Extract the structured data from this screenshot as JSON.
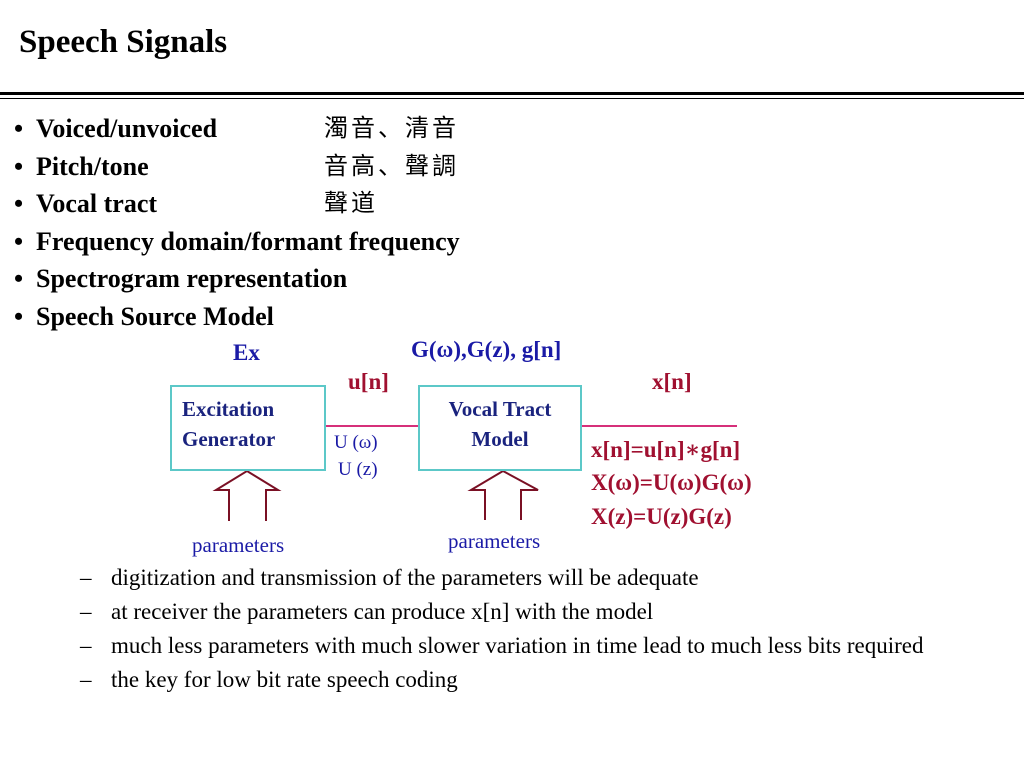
{
  "title": "Speech Signals",
  "bullets": [
    {
      "text": "Voiced/unvoiced",
      "zh": "濁音、清音"
    },
    {
      "text": "Pitch/tone",
      "zh": "音高、聲調"
    },
    {
      "text": "Vocal tract",
      "zh": "聲道"
    },
    {
      "text": "Frequency domain/formant frequency",
      "zh": ""
    },
    {
      "text": "Spectrogram representation",
      "zh": ""
    },
    {
      "text": "Speech Source Model",
      "zh": ""
    }
  ],
  "bullet_symbol": "•",
  "diagram": {
    "ex_label": "Ex",
    "g_label": "G(ω),G(z), g[n]",
    "u_label": "u[n]",
    "x_label": "x[n]",
    "box1_line1": "Excitation",
    "box1_line2": "Generator",
    "box2_line1": "Vocal Tract",
    "box2_line2": "Model",
    "u_omega": "U (ω)",
    "u_z": "U (z)",
    "eq1": "x[n]=u[n]∗g[n]",
    "eq2": "X(ω)=U(ω)G(ω)",
    "eq3": "X(z)=U(z)G(z)",
    "params1": "parameters",
    "params2": "parameters"
  },
  "dash_symbol": "–",
  "subpoints": [
    "digitization and transmission of the parameters will be adequate",
    "at receiver the parameters can produce x[n] with the model",
    "much less parameters with much slower variation in time lead to much less bits required",
    "the key for low bit rate speech coding"
  ]
}
